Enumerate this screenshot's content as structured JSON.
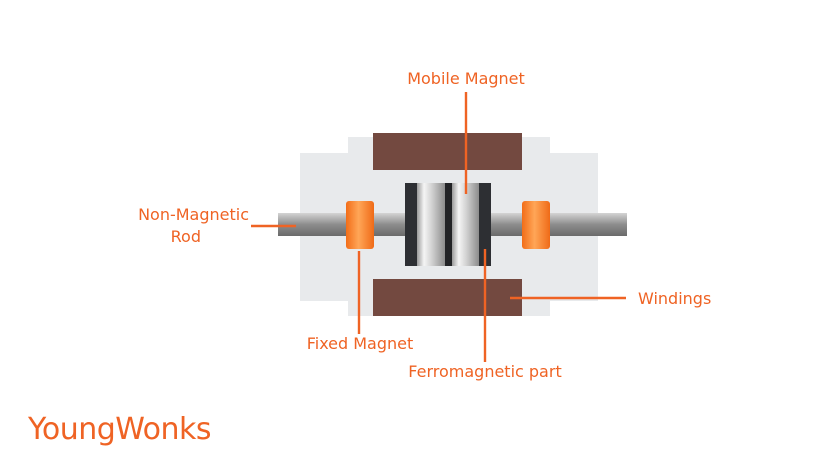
{
  "labels": {
    "mobile_magnet": "Mobile Magnet",
    "non_magnetic_line1": "Non-Magnetic",
    "non_magnetic_line2": "Rod",
    "windings": "Windings",
    "fixed_magnet": "Fixed Magnet",
    "ferromagnetic_part": "Ferromagnetic part"
  },
  "brand": {
    "name": "YoungWonks"
  },
  "colors": {
    "accent": "#ef6324",
    "housing": "#e8eaec",
    "winding": "#734940",
    "magnet": "#f8822a",
    "rod": "#9a9a9a",
    "ferromagnetic": "#2d2f33"
  }
}
